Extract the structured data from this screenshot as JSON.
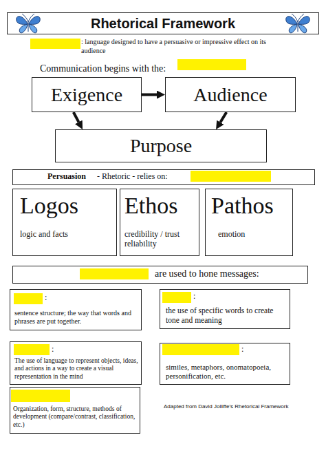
{
  "diagram": {
    "title": "Rhetorical Framework",
    "nodes": [
      {
        "text": [
          "Exigence"
        ]
      },
      {
        "text": [
          "Audience"
        ]
      },
      {
        "text": [
          "Purpose"
        ]
      },
      {
        "text": [
          "Persuasion",
          "- Rhetoric - relies on:"
        ]
      },
      {
        "text": [
          "Logos",
          "logic and facts"
        ]
      },
      {
        "text": [
          "Ethos",
          "credibility / trust reliability"
        ]
      },
      {
        "text": [
          "Pathos",
          "emotion"
        ]
      },
      {
        "text": [
          "are used to hone messages:"
        ]
      },
      {
        "text": [
          ":",
          "sentence structure; the way that words and phrases are put together."
        ]
      },
      {
        "text": [
          ":",
          "the use of specific words to create tone and meaning"
        ]
      },
      {
        "text": [
          ":",
          "The use of language to represent objects, ideas, and actions in a way to create a visual representation in the mind"
        ]
      },
      {
        "text": [
          ":",
          "similes, metaphors, onomatopoeia, personification, etc."
        ]
      },
      {
        "text": [
          "Organization, form, structure, methods of development (compare/contrast, classification, etc.)"
        ]
      }
    ],
    "edges": [
      {
        "from": 0,
        "to": 1,
        "arrow": "to"
      },
      {
        "from": 0,
        "to": 2,
        "arrow": "to"
      },
      {
        "from": 1,
        "to": 2,
        "arrow": "to"
      }
    ],
    "labels": [
      ": language designed to have a persuasive or impressive effect on its audience",
      "Communication begins with the:",
      "Adapted from David Jolliffe's Rhetorical Framework"
    ]
  }
}
